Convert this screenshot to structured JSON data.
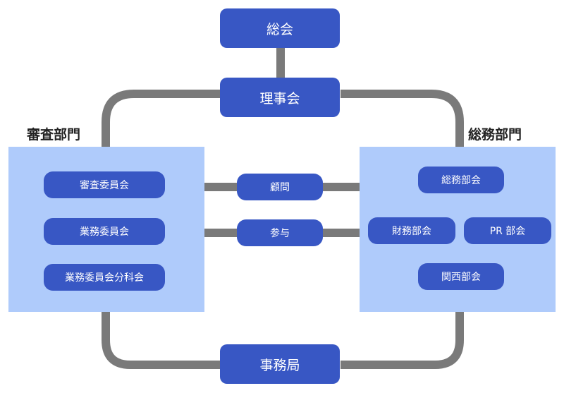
{
  "top": {
    "general_meeting": "総会",
    "board": "理事会"
  },
  "review_dept": {
    "label": "審査部門",
    "items": [
      "審査委員会",
      "業務委員会",
      "業務委員会分科会"
    ]
  },
  "general_affairs_dept": {
    "label": "総務部門",
    "items": [
      "総務部会",
      "財務部会",
      "PR 部会",
      "関西部会"
    ]
  },
  "middle": {
    "advisor": "顧問",
    "counselor": "参与"
  },
  "bottom": {
    "secretariat": "事務局"
  },
  "colors": {
    "node_fill": "#3857c4",
    "panel_fill": "#afcbfb",
    "connector": "#7a7a7a",
    "node_text": "#ffffff"
  }
}
